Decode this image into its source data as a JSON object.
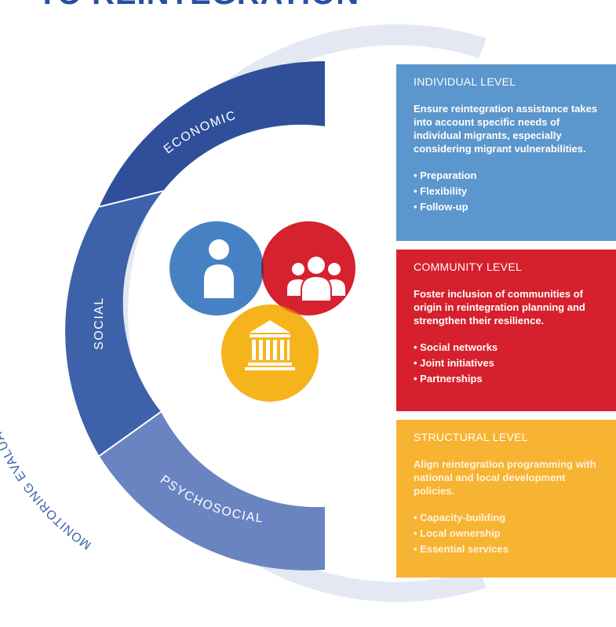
{
  "title": "TO REINTEGRATION",
  "outer_ring_label": "MONITORING EVALUATION AND LEARNING",
  "dimensions": [
    {
      "label": "ECONOMIC",
      "color": "#2f4f9a"
    },
    {
      "label": "SOCIAL",
      "color": "#3d62aa"
    },
    {
      "label": "PSYCHOSOCIAL",
      "color": "#6a84c1"
    }
  ],
  "circles": {
    "individual": {
      "icon": "person-icon",
      "color": "#4682c3"
    },
    "community": {
      "icon": "group-icon",
      "color": "#d6212e"
    },
    "structural": {
      "icon": "institution-building-icon",
      "color": "#f5b41b"
    }
  },
  "panels": {
    "individual": {
      "heading": "INDIVIDUAL LEVEL",
      "description": "Ensure reintegration assistance takes into account specific needs of individual migrants, especially considering migrant vulnerabilities.",
      "items": [
        "Preparation",
        "Flexibility",
        "Follow-up"
      ],
      "color": "#5b96cc"
    },
    "community": {
      "heading": "COMMUNITY LEVEL",
      "description": "Foster inclusion of communities of origin in reintegration planning and strengthen their resilience.",
      "items": [
        "Social networks",
        "Joint initiatives",
        "Partnerships"
      ],
      "color": "#d6202d"
    },
    "structural": {
      "heading": "STRUCTURAL LEVEL",
      "description": "Align reintegration programming with national and local development policies.",
      "items": [
        "Capacity-building",
        "Local ownership",
        "Essential services"
      ],
      "color": "#f7b332"
    }
  },
  "colors": {
    "outer_ring": "#e4e8f2",
    "outer_ring_text": "#3d62aa",
    "title": "#2a4fa0"
  }
}
